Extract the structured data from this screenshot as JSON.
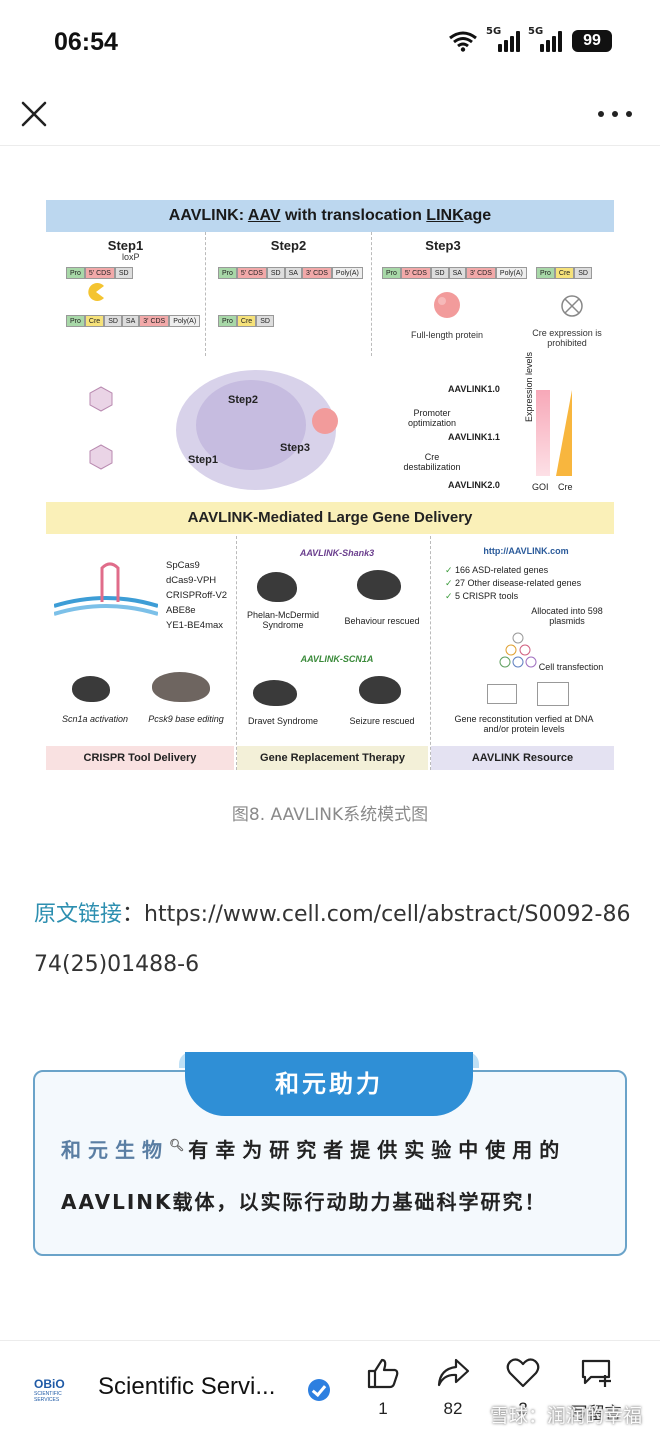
{
  "status_bar": {
    "time": "06:54",
    "signal1_label": "5G",
    "signal2_label": "5G",
    "battery": "99"
  },
  "figure": {
    "header_parts": [
      "AAVLINK",
      ": ",
      "AAV",
      " with translocation ",
      "LINK",
      "age"
    ],
    "steps": [
      "Step1",
      "Step2",
      "Step3"
    ],
    "loxp": "loxP",
    "cassette_labels": {
      "pro": "Pro",
      "cds5": "5' CDS",
      "sd": "SD",
      "sa": "SA",
      "cds3": "3' CDS",
      "polya": "Poly(A)",
      "cre": "Cre"
    },
    "step3_captions": [
      "Full-length protein",
      "Cre expression is prohibited"
    ],
    "mid_labels": [
      "Step2",
      "Step1",
      "Step3"
    ],
    "versions": [
      "AAVLINK1.0",
      "AAVLINK1.1",
      "AAVLINK2.0"
    ],
    "version_notes": [
      "Promoter optimization",
      "Cre destabilization"
    ],
    "expression_axis": "Expression levels",
    "expression_bars": [
      "GOI",
      "Cre"
    ],
    "delivery_header": "AAVLINK-Mediated Large Gene Delivery",
    "crispr_tools": [
      "SpCas9",
      "dCas9-VPH",
      "CRISPRoff-V2",
      "ABE8e",
      "YE1-BE4max"
    ],
    "crispr_examples": [
      "Scn1a activation",
      "Pcsk9 base editing"
    ],
    "gene_therapy": {
      "shank3_title": "AAVLINK-Shank3",
      "shank3_left": "Phelan-McDermid Syndrome",
      "shank3_right": "Behaviour rescued",
      "scn1a_title": "AAVLINK-SCN1A",
      "scn1a_left": "Dravet Syndrome",
      "scn1a_right": "Seizure rescued"
    },
    "resource": {
      "url": "http://AAVLINK.com",
      "items": [
        "166 ASD-related genes",
        "27 Other disease-related genes",
        "5 CRISPR tools"
      ],
      "allocated": "Allocated into 598 plasmids",
      "transfection": "Cell transfection",
      "reconstitution": "Gene reconstitution verfied at DNA and/or protein levels"
    },
    "footers": [
      "CRISPR Tool Delivery",
      "Gene Replacement Therapy",
      "AAVLINK Resource"
    ]
  },
  "figure_caption": "图8. AAVLINK系统模式图",
  "source_link": {
    "label": "原文链接",
    "sep": "：",
    "url": "https://www.cell.com/cell/abstract/S0092-8674(25)01488-6"
  },
  "card": {
    "title": "和元助力",
    "brand": "和元生物",
    "line1_rest": "有幸为研究者提供实验中使用的",
    "line2": "AAVLINK载体，以实际行动助力基础科学研究！"
  },
  "bottom_bar": {
    "logo_text": "OBiO",
    "logo_sub": "SCIENTIFIC SERVICES",
    "account_name": "Scientific Servi...",
    "like_count": "1",
    "share_count": "82",
    "fav_count": "2",
    "comment_label": "写留言",
    "watermark": "雪球：润润的幸福"
  }
}
